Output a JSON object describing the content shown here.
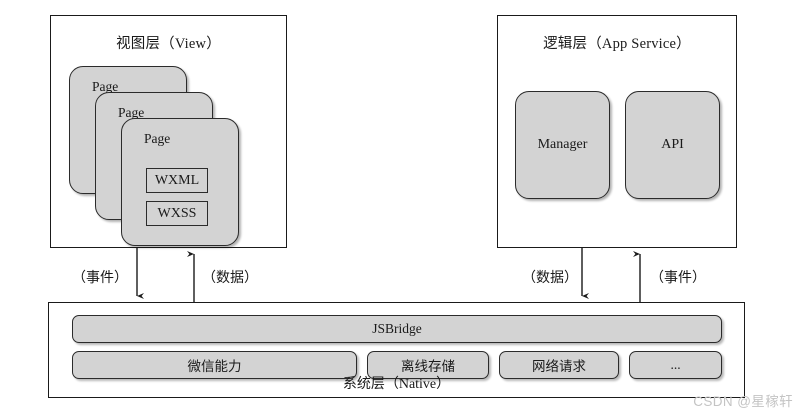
{
  "diagram": {
    "title_view_layer": "视图层（View）",
    "title_app_service": "逻辑层（App Service）",
    "title_native": "系统层（Native）"
  },
  "view_layer": {
    "pages": [
      {
        "label": "Page"
      },
      {
        "label": "Page"
      },
      {
        "label": "Page"
      }
    ],
    "page_children": [
      {
        "label": "WXML"
      },
      {
        "label": "WXSS"
      }
    ]
  },
  "app_service": {
    "cards": [
      {
        "label": "Manager"
      },
      {
        "label": "API"
      }
    ]
  },
  "native_layer": {
    "bridge": {
      "label": "JSBridge"
    },
    "capabilities": [
      {
        "label": "微信能力"
      },
      {
        "label": "离线存储"
      },
      {
        "label": "网络请求"
      },
      {
        "label": "..."
      }
    ]
  },
  "connections": {
    "view_event": "（事件）",
    "view_data": "（数据）",
    "service_data": "（数据）",
    "service_event": "（事件）"
  },
  "watermark": {
    "text": "CSDN @星稼轩"
  },
  "colors": {
    "box_fill": "#d3d3d3",
    "stroke": "#2b2b2b",
    "background": "#ffffff",
    "watermark": "#c4c4c4"
  }
}
